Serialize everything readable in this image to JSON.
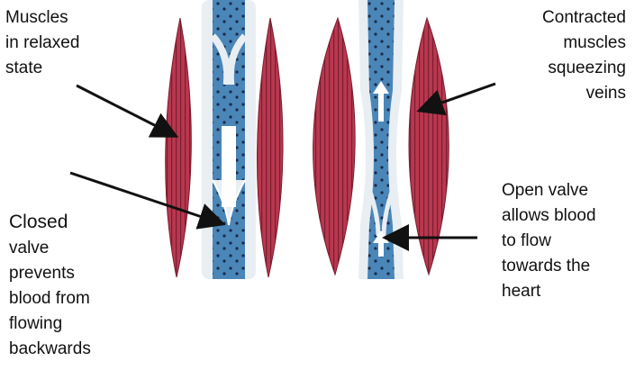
{
  "labels": {
    "relaxed": "Muscles\nin relaxed\nstate",
    "contracted": "Contracted\nmuscles\nsqueezing\nveins",
    "open_valve": "Open valve\nallows blood\nto flow\ntowards the\nheart",
    "closed_first": "Closed",
    "closed_rest": "valve\nprevents\nblood from\nflowing\nbackwards"
  },
  "colors": {
    "muscle": "#b8384f",
    "muscle_stripe": "#7a1d30",
    "blood": "#4a86b8",
    "vein_wall": "#e8eef2",
    "dots": "#1a2a4a",
    "arrow": "#111111"
  }
}
